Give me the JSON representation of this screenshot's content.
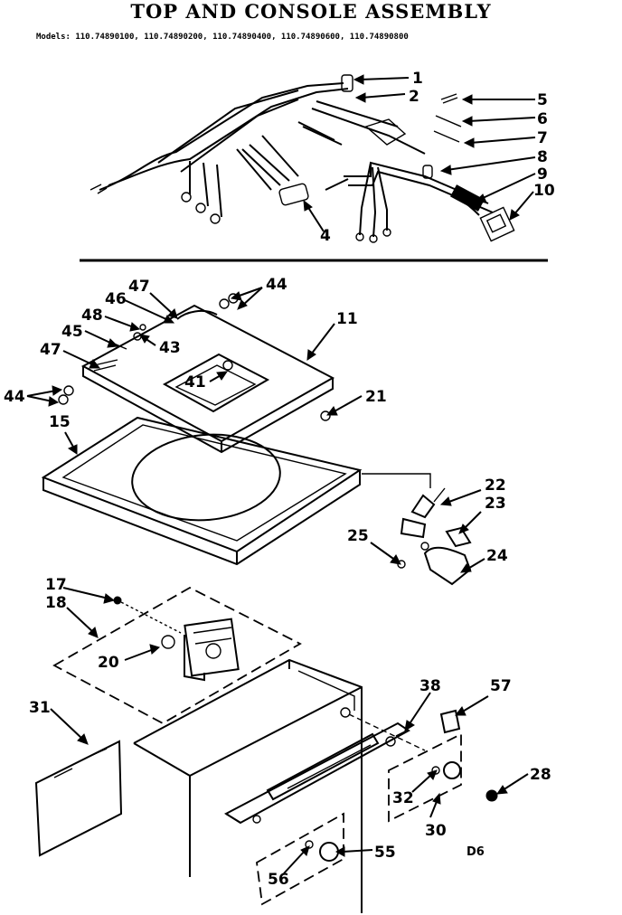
{
  "title": "TOP AND CONSOLE ASSEMBLY",
  "models": "Models: 110.74890100, 110.74890200, 110.74890400, 110.74890600, 110.74890800",
  "diagram_code": "D6",
  "callouts": [
    "1",
    "2",
    "4",
    "5",
    "6",
    "7",
    "8",
    "9",
    "10",
    "11",
    "15",
    "17",
    "18",
    "20",
    "21",
    "22",
    "23",
    "24",
    "25",
    "28",
    "30",
    "31",
    "32",
    "38",
    "41",
    "43",
    "44",
    "44",
    "45",
    "46",
    "47",
    "47",
    "48",
    "55",
    "56",
    "57"
  ]
}
